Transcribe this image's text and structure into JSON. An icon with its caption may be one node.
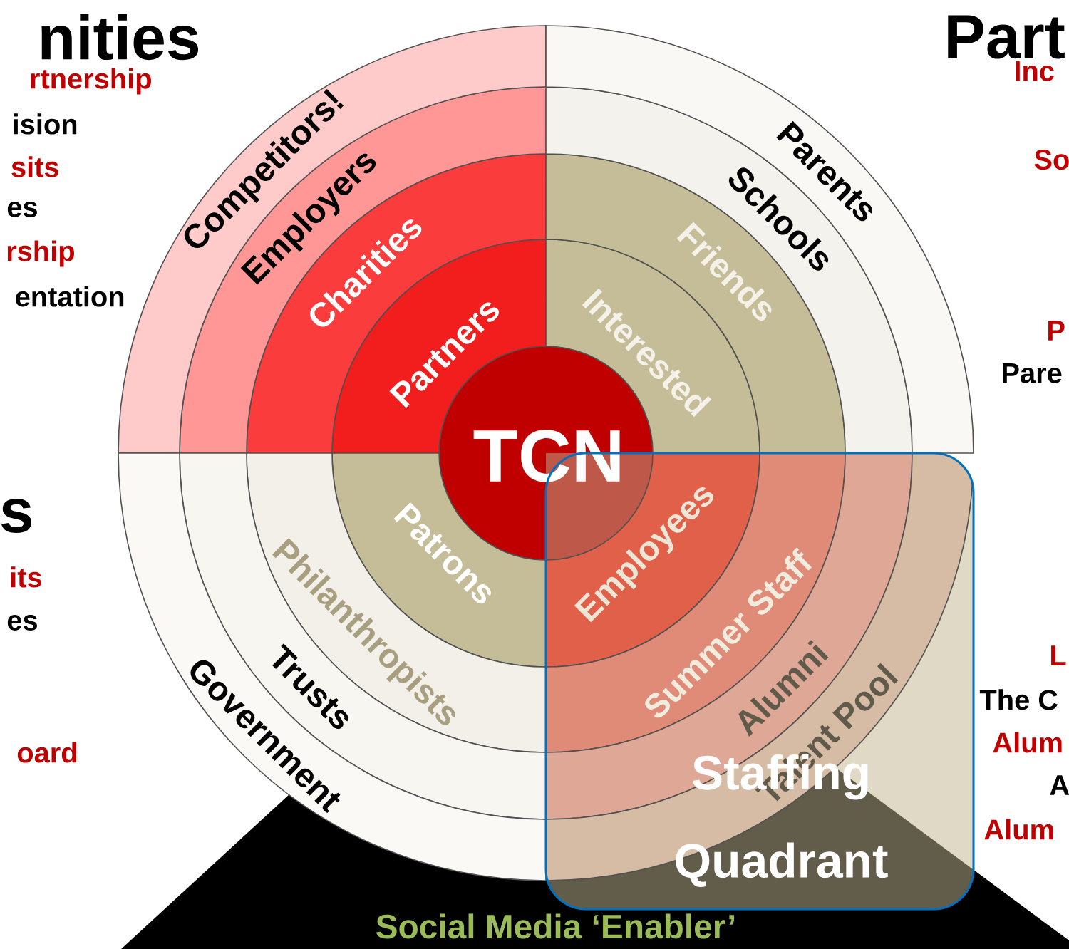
{
  "diagram": {
    "nodes": [
      {
        "text": [
          "TCN"
        ]
      },
      {
        "text": [
          "Partners"
        ]
      },
      {
        "text": [
          "Charities"
        ]
      },
      {
        "text": [
          "Employers"
        ]
      },
      {
        "text": [
          "Competitors!"
        ]
      },
      {
        "text": [
          "Interested"
        ]
      },
      {
        "text": [
          "Friends"
        ]
      },
      {
        "text": [
          "Schools"
        ]
      },
      {
        "text": [
          "Parents"
        ]
      },
      {
        "text": [
          "Patrons"
        ]
      },
      {
        "text": [
          "Philanthropists"
        ]
      },
      {
        "text": [
          "Trusts"
        ]
      },
      {
        "text": [
          "Government"
        ]
      },
      {
        "text": [
          "Staffing Quadrant"
        ]
      },
      {
        "text": [
          "Employees"
        ],
        "in": 13
      },
      {
        "text": [
          "Summer Staff"
        ],
        "in": 13
      },
      {
        "text": [
          "Alumni"
        ],
        "in": 13
      },
      {
        "text": [
          "Talent Pool"
        ],
        "in": 13
      }
    ],
    "labels": [
      "nities",
      "rtnership",
      "ision",
      "sits",
      "es",
      "rship",
      "entation",
      "s",
      "its",
      "es",
      "oard",
      "Part",
      "Inc",
      "So",
      "P",
      "Pare",
      "L",
      "The C",
      "Alum",
      "A",
      "Alum",
      "Social Media ‘Enabler’"
    ]
  }
}
